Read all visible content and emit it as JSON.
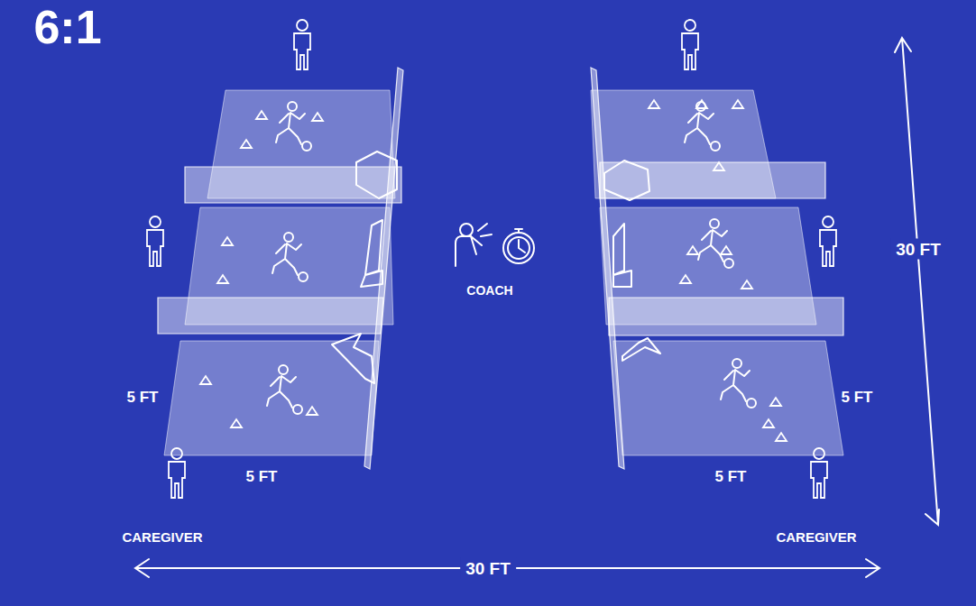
{
  "diagram": {
    "title": "6:1",
    "labels": [
      "COACH",
      "30 FT",
      "5 FT",
      "5 FT",
      "5 FT",
      "5 FT",
      "CAREGIVER",
      "CAREGIVER",
      "30 FT"
    ]
  }
}
